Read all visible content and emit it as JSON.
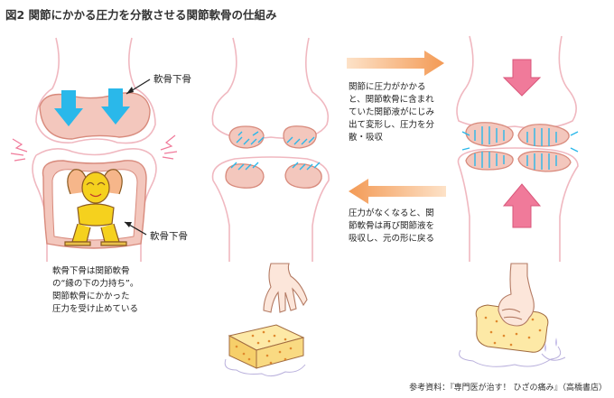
{
  "title": "図2 関節にかかる圧力を分散させる関節軟骨の仕組み",
  "labels": {
    "subchondral_top": "軟骨下骨",
    "subchondral_bottom": "軟骨下骨"
  },
  "left_caption": [
    "軟骨下骨は関節軟骨",
    "の“縁の下の力持ち”。",
    "関節軟骨にかかった",
    "圧力を受け止めている"
  ],
  "pressure_text": [
    "関節に圧力がかかる",
    "と、関節軟骨に含まれ",
    "ていた関節液がにじみ",
    "出て変形し、圧力を分",
    "散・吸収"
  ],
  "release_text": [
    "圧力がなくなると、関",
    "節軟骨は再び関節液を",
    "吸収し、元の形に戻る"
  ],
  "source": "参考資料：『専門医が治す！ ひざの痛み』（高橋書店）",
  "colors": {
    "bone_outline": "#f0b8c0",
    "cartilage": "#f3c7bd",
    "cartilage_stroke": "#d88a7c",
    "cyan_arrow": "#2ab8ea",
    "pink_arrow": "#f07a9a",
    "orange_arrow": "#f5a46a",
    "sponge": "#fbe7a0"
  }
}
